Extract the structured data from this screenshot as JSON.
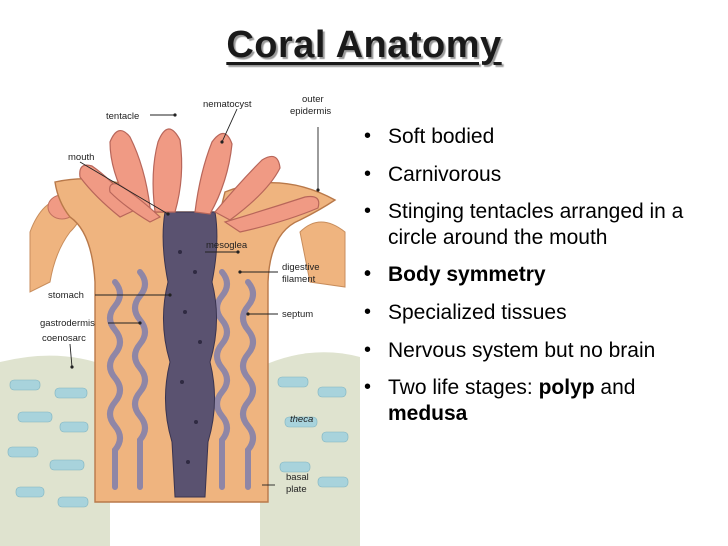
{
  "title": "Coral Anatomy",
  "diagram": {
    "labels": {
      "tentacle": "tentacle",
      "nematocyst": "nematocyst",
      "outer_epidermis_1": "outer",
      "outer_epidermis_2": "epidermis",
      "mouth": "mouth",
      "mesoglea": "mesoglea",
      "digestive_filament_1": "digestive",
      "digestive_filament_2": "filament",
      "stomach": "stomach",
      "septum": "septum",
      "gastrodermis": "gastrodermis",
      "coenosarc": "coenosarc",
      "theca": "theca",
      "basal_plate_1": "basal",
      "basal_plate_2": "plate"
    },
    "colors": {
      "tissue": "#efb47f",
      "tentacle": "#f09a84",
      "stomach": "#5a5270",
      "filament": "#8f86a6",
      "skeleton": "#dfe3cf",
      "calcite": "#a8d3dc"
    }
  },
  "bullets": {
    "b1": "Soft bodied",
    "b2": "Carnivorous",
    "b3": "Stinging tentacles arranged in a circle around the mouth",
    "b4": "Body symmetry",
    "b5": "Specialized tissues",
    "b6": "Nervous system but no brain",
    "b7_prefix": "Two life stages: ",
    "b7_polyp": "polyp",
    "b7_and": " and",
    "b7_medusa": "medusa"
  },
  "bullet_symbol": "•"
}
